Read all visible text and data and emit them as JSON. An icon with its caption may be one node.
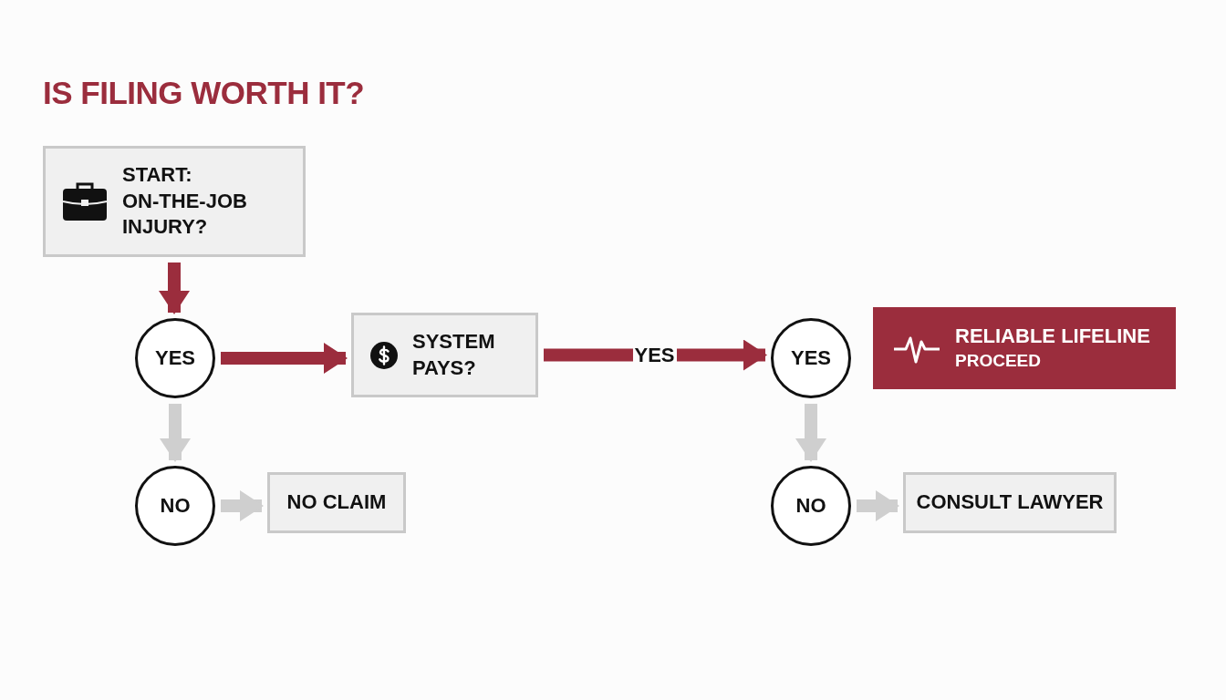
{
  "diagram": {
    "title": "IS FILING WORTH IT?",
    "nodes": [
      {
        "text": [
          "START: ON-THE-JOB INJURY?"
        ]
      },
      {
        "text": [
          "YES"
        ]
      },
      {
        "text": [
          "SYSTEM PAYS?"
        ]
      },
      {
        "text": [
          "YES"
        ]
      },
      {
        "text": [
          "RELIABLE LIFELINE",
          "PROCEED"
        ]
      },
      {
        "text": [
          "NO"
        ]
      },
      {
        "text": [
          "NO CLAIM"
        ]
      },
      {
        "text": [
          "NO"
        ]
      },
      {
        "text": [
          "CONSULT LAWYER"
        ]
      }
    ],
    "edges": [
      {
        "from": 0,
        "to": 1,
        "arrow": "to",
        "color": "#9b2d3d"
      },
      {
        "from": 1,
        "to": 2,
        "arrow": "to",
        "color": "#9b2d3d"
      },
      {
        "from": 2,
        "to": 3,
        "arrow": "to",
        "label": "YES",
        "color": "#9b2d3d"
      },
      {
        "from": 1,
        "to": 5,
        "arrow": "to"
      },
      {
        "from": 5,
        "to": 6,
        "arrow": "to"
      },
      {
        "from": 3,
        "to": 7,
        "arrow": "to"
      },
      {
        "from": 7,
        "to": 8,
        "arrow": "to"
      }
    ]
  }
}
